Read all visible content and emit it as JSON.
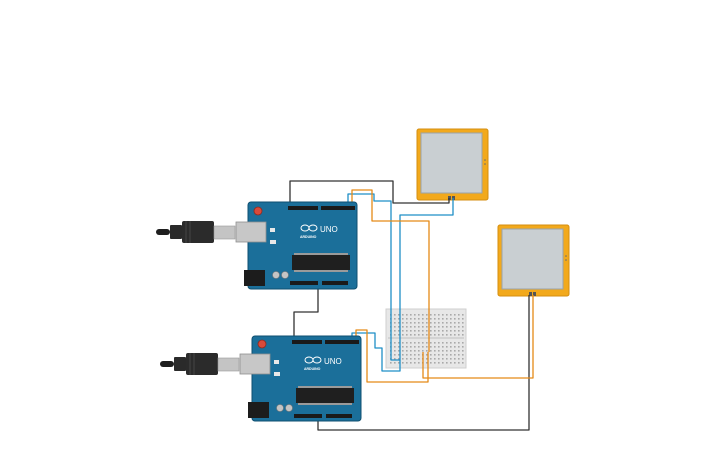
{
  "canvas": {
    "background": "#ffffff"
  },
  "boards": [
    {
      "id": "arduino-uno-1",
      "model_label": "UNO",
      "brand_label": "ARDUINO"
    },
    {
      "id": "arduino-uno-2",
      "model_label": "UNO",
      "brand_label": "ARDUINO"
    }
  ],
  "components": {
    "displays": [
      {
        "id": "lcd-display-1"
      },
      {
        "id": "lcd-display-2"
      }
    ],
    "breadboard": {
      "id": "mini-breadboard"
    }
  },
  "wire_colors": {
    "black": "#333333",
    "blue": "#1f8fc7",
    "orange": "#e58a17"
  },
  "colors": {
    "board_blue": "#1b6f9a",
    "display_frame": "#f2a91c",
    "display_screen": "#c9cfd2",
    "breadboard": "#e7e7e7"
  },
  "icons": {
    "usb_cable": "usb-plug-icon",
    "arduino_logo": "infinity-logo-icon"
  }
}
